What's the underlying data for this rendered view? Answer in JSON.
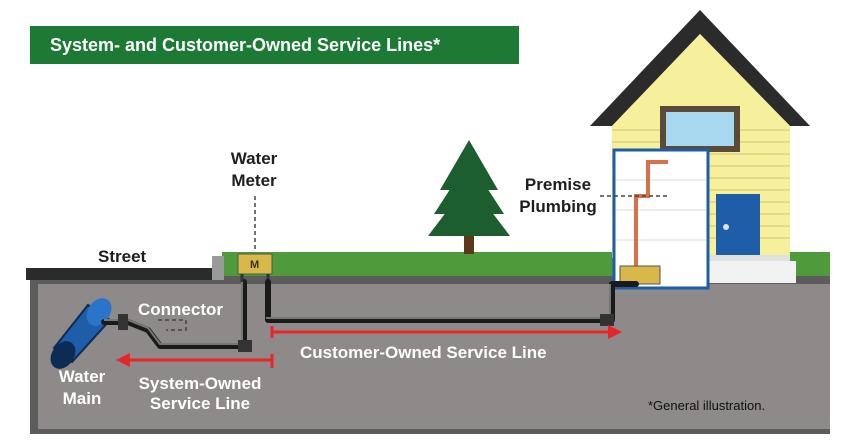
{
  "title": "System- and  Customer-Owned Service Lines*",
  "labels": {
    "water_meter_line1": "Water",
    "water_meter_line2": "Meter",
    "street": "Street",
    "premise_line1": "Premise",
    "premise_line2": "Plumbing",
    "connector": "Connector",
    "water_main_line1": "Water",
    "water_main_line2": "Main",
    "system_owned_line1": "System-Owned",
    "system_owned_line2": "Service Line",
    "customer_owned": "Customer-Owned Service Line",
    "meter_letter": "M"
  },
  "footnote": "*General illustration.",
  "colors": {
    "banner": "#1d7a35",
    "arrow": "#e8262a",
    "ground": "#8d8a89",
    "grass": "#4f9a3a",
    "pipe_main": "#1e5ea8",
    "house_siding": "#f6ef9c"
  }
}
